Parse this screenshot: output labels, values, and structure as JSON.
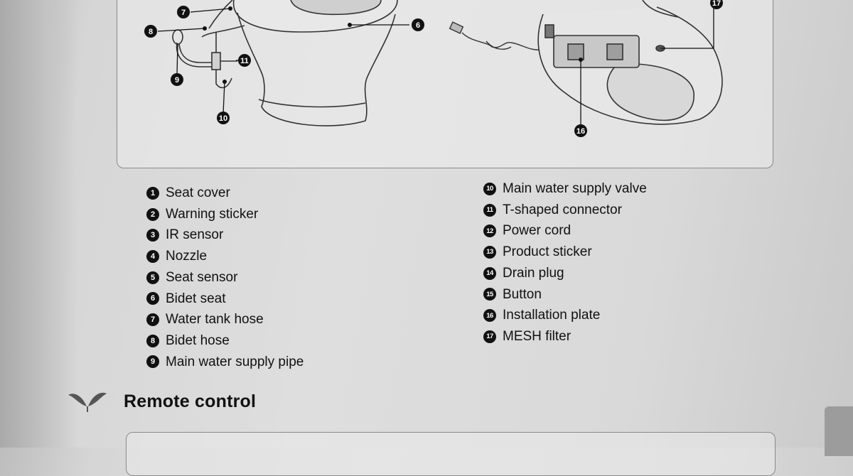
{
  "callouts": {
    "seven": "7",
    "eight": "8",
    "nine": "9",
    "ten": "10",
    "eleven": "11",
    "six": "6",
    "sixteen": "16",
    "seventeen": "17"
  },
  "legend_left": [
    {
      "num": "1",
      "label": "Seat cover"
    },
    {
      "num": "2",
      "label": "Warning sticker"
    },
    {
      "num": "3",
      "label": "IR sensor"
    },
    {
      "num": "4",
      "label": "Nozzle"
    },
    {
      "num": "5",
      "label": "Seat sensor"
    },
    {
      "num": "6",
      "label": "Bidet seat"
    },
    {
      "num": "7",
      "label": "Water tank hose"
    },
    {
      "num": "8",
      "label": "Bidet hose"
    },
    {
      "num": "9",
      "label": "Main water supply pipe"
    }
  ],
  "legend_right": [
    {
      "num": "10",
      "label": "Main water supply valve"
    },
    {
      "num": "11",
      "label": "T-shaped connector"
    },
    {
      "num": "12",
      "label": "Power cord"
    },
    {
      "num": "13",
      "label": "Product sticker"
    },
    {
      "num": "14",
      "label": "Drain plug"
    },
    {
      "num": "15",
      "label": "Button"
    },
    {
      "num": "16",
      "label": "Installation plate"
    },
    {
      "num": "17",
      "label": "MESH filter"
    }
  ],
  "section": {
    "title": "Remote control"
  },
  "icons": {
    "leaf": "leaf-icon"
  }
}
